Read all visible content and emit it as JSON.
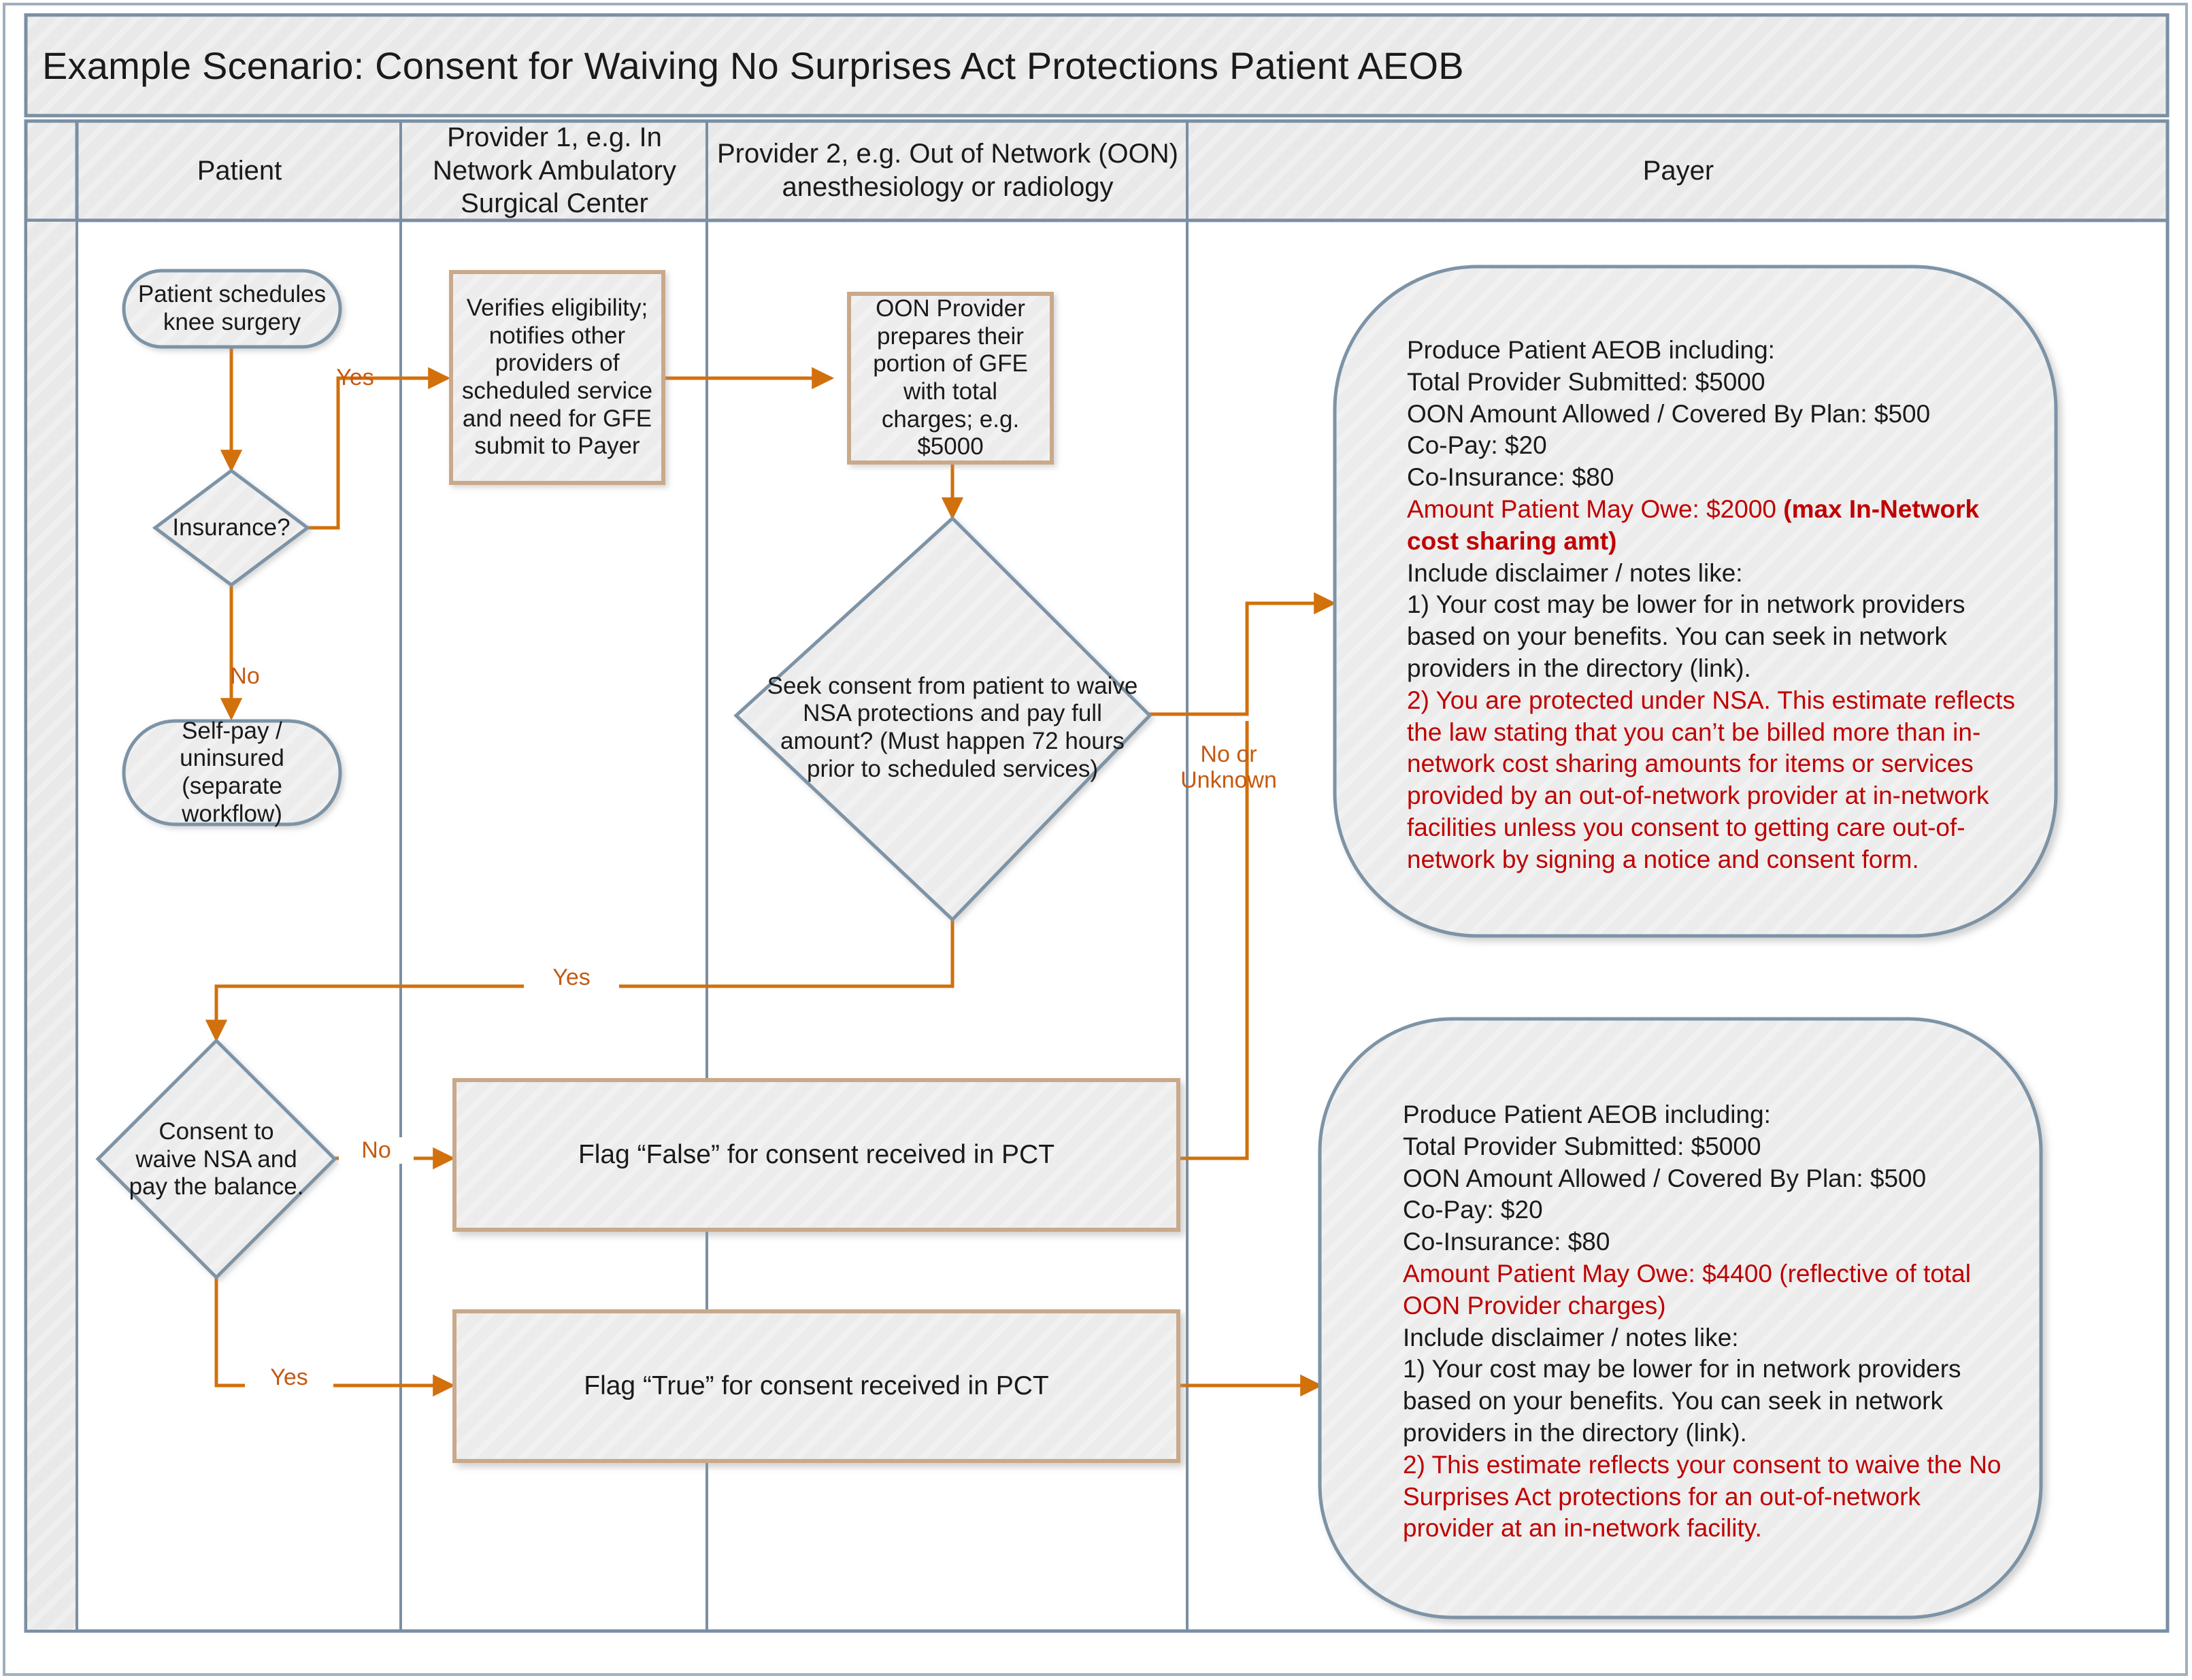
{
  "title": "Example Scenario: Consent for Waiving No Surprises Act Protections Patient AEOB",
  "lanes": [
    {
      "id": "patient",
      "label": "Patient"
    },
    {
      "id": "provider1",
      "label": "Provider 1, e.g. In Network Ambulatory Surgical Center"
    },
    {
      "id": "provider2",
      "label": "Provider 2, e.g. Out of Network (OON) anesthesiology or radiology"
    },
    {
      "id": "payer",
      "label": "Payer"
    }
  ],
  "nodes": {
    "patient_schedules": {
      "label": "Patient schedules knee surgery",
      "shape": "terminator",
      "lane": "patient"
    },
    "insurance_q": {
      "label": "Insurance?",
      "shape": "decision",
      "lane": "patient"
    },
    "self_pay": {
      "label": "Self-pay / uninsured (separate workflow)",
      "shape": "terminator",
      "lane": "patient"
    },
    "verifies": {
      "label": "Verifies eligibility; notifies other providers of scheduled service and need for GFE submit to Payer",
      "shape": "process",
      "lane": "provider1"
    },
    "oon_prepares": {
      "label": "OON Provider prepares their portion of GFE with total charges; e.g. $5000",
      "shape": "process",
      "lane": "provider2"
    },
    "seek_consent": {
      "label": "Seek consent from patient to waive NSA protections and pay full amount? (Must happen 72 hours prior to scheduled services)",
      "shape": "decision",
      "lane": "provider2"
    },
    "consent_waive": {
      "label": "Consent to waive NSA and pay the balance.",
      "shape": "decision",
      "lane": "patient"
    },
    "flag_false": {
      "label": "Flag “False” for consent received in PCT",
      "shape": "process",
      "lane": "provider1"
    },
    "flag_true": {
      "label": "Flag “True” for consent received in PCT",
      "shape": "process",
      "lane": "provider1"
    }
  },
  "edge_labels": {
    "yes_insurance": "Yes",
    "no_insurance": "No",
    "yes_seek_consent": "Yes",
    "no_or_unknown": "No or Unknown",
    "no_consent": "No",
    "yes_consent": "Yes"
  },
  "payer_aeob_protected": {
    "lines": [
      {
        "text": "Produce Patient AEOB including:",
        "style": "normal"
      },
      {
        "text": "Total Provider Submitted: $5000",
        "style": "normal"
      },
      {
        "text": "OON Amount Allowed / Covered By Plan: $500",
        "style": "normal"
      },
      {
        "text": "Co-Pay: $20",
        "style": "normal"
      },
      {
        "text": "Co-Insurance: $80",
        "style": "normal"
      },
      {
        "text": "Amount Patient May Owe: $2000 ",
        "style": "red",
        "bold_suffix": "(max In-Network cost sharing amt)"
      },
      {
        "text": "Include disclaimer / notes like:",
        "style": "normal"
      },
      {
        "text": "1) Your cost may be lower for in network providers based on your benefits. You can seek in network providers in the directory (link).",
        "style": "normal"
      },
      {
        "text": "2) You are protected under NSA. This estimate reflects the law stating that you can’t be billed more than in-network cost sharing amounts for items or services provided by an out-of-network provider at in-network facilities unless you consent to getting care out-of-network by signing a notice and consent form.",
        "style": "red"
      }
    ]
  },
  "payer_aeob_waived": {
    "lines": [
      {
        "text": "Produce Patient AEOB including:",
        "style": "normal"
      },
      {
        "text": "Total Provider Submitted: $5000",
        "style": "normal"
      },
      {
        "text": "OON Amount Allowed / Covered By Plan: $500",
        "style": "normal"
      },
      {
        "text": "Co-Pay: $20",
        "style": "normal"
      },
      {
        "text": "Co-Insurance: $80",
        "style": "normal"
      },
      {
        "text": "Amount Patient May Owe: $4400 (reflective of total OON Provider charges)",
        "style": "red"
      },
      {
        "text": "Include disclaimer / notes like:",
        "style": "normal"
      },
      {
        "text": "1) Your cost may be lower for in network providers based on your benefits. You can seek in network providers in the directory (link).",
        "style": "normal"
      },
      {
        "text": "2) This estimate reflects your consent to waive the No Surprises Act protections for an out-of-network provider at an in-network facility.",
        "style": "red"
      }
    ]
  },
  "colors": {
    "shape_fill": "#EDEDED",
    "shape_stroke_blue": "#7D93A6",
    "shape_stroke_tan": "#C9A98A",
    "connector": "#D2700B",
    "red_accent": "#C00000",
    "lane_header_fill": "#EAEAEA",
    "lane_border": "#7A8FA3"
  }
}
